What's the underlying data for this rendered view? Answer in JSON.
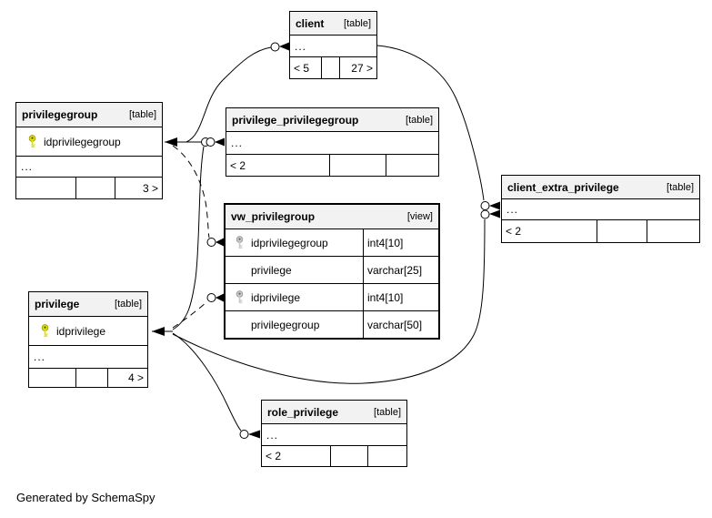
{
  "note": "Generated by SchemaSpy",
  "colors": {
    "header_bg": "#f2f2f2",
    "pk_key": "#e2e200",
    "view_key": "#c9c9c9",
    "line": "#000000"
  },
  "tables": {
    "client": {
      "title": "client",
      "kind": "[table]",
      "ellipsis": "...",
      "footer": [
        "< 5",
        "",
        "27 >"
      ]
    },
    "privilegegroup": {
      "title": "privilegegroup",
      "kind": "[table]",
      "pk": "idprivilegegroup",
      "ellipsis": "...",
      "footer": [
        "",
        "",
        "3 >"
      ]
    },
    "privilege_privilegegroup": {
      "title": "privilege_privilegegroup",
      "kind": "[table]",
      "ellipsis": "...",
      "footer": [
        "< 2",
        "",
        ""
      ]
    },
    "vw_privilegroup": {
      "title": "vw_privilegroup",
      "kind": "[view]",
      "columns": [
        {
          "name": "idprivilegegroup",
          "type": "int4[10]",
          "key": true
        },
        {
          "name": "privilege",
          "type": "varchar[25]",
          "key": false
        },
        {
          "name": "idprivilege",
          "type": "int4[10]",
          "key": true
        },
        {
          "name": "privilegegroup",
          "type": "varchar[50]",
          "key": false
        }
      ]
    },
    "client_extra_privilege": {
      "title": "client_extra_privilege",
      "kind": "[table]",
      "ellipsis": "...",
      "footer": [
        "< 2",
        "",
        ""
      ]
    },
    "privilege": {
      "title": "privilege",
      "kind": "[table]",
      "pk": "idprivilege",
      "ellipsis": "...",
      "footer": [
        "",
        "",
        "4 >"
      ]
    },
    "role_privilege": {
      "title": "role_privilege",
      "kind": "[table]",
      "ellipsis": "...",
      "footer": [
        "< 2",
        "",
        ""
      ]
    }
  },
  "relationships": [
    {
      "from": "privilegegroup",
      "to": "client",
      "style": "solid"
    },
    {
      "from": "privilegegroup",
      "to": "privilege_privilegegroup",
      "style": "solid"
    },
    {
      "from": "privilegegroup",
      "to": "vw_privilegroup.idprivilegegroup",
      "style": "dashed"
    },
    {
      "from": "privilege",
      "to": "privilege_privilegegroup",
      "style": "solid"
    },
    {
      "from": "privilege",
      "to": "vw_privilegroup.idprivilege",
      "style": "dashed"
    },
    {
      "from": "privilege",
      "to": "role_privilege",
      "style": "solid"
    },
    {
      "from": "privilege",
      "to": "client_extra_privilege",
      "style": "solid"
    },
    {
      "from": "client",
      "to": "client_extra_privilege",
      "style": "solid"
    }
  ]
}
